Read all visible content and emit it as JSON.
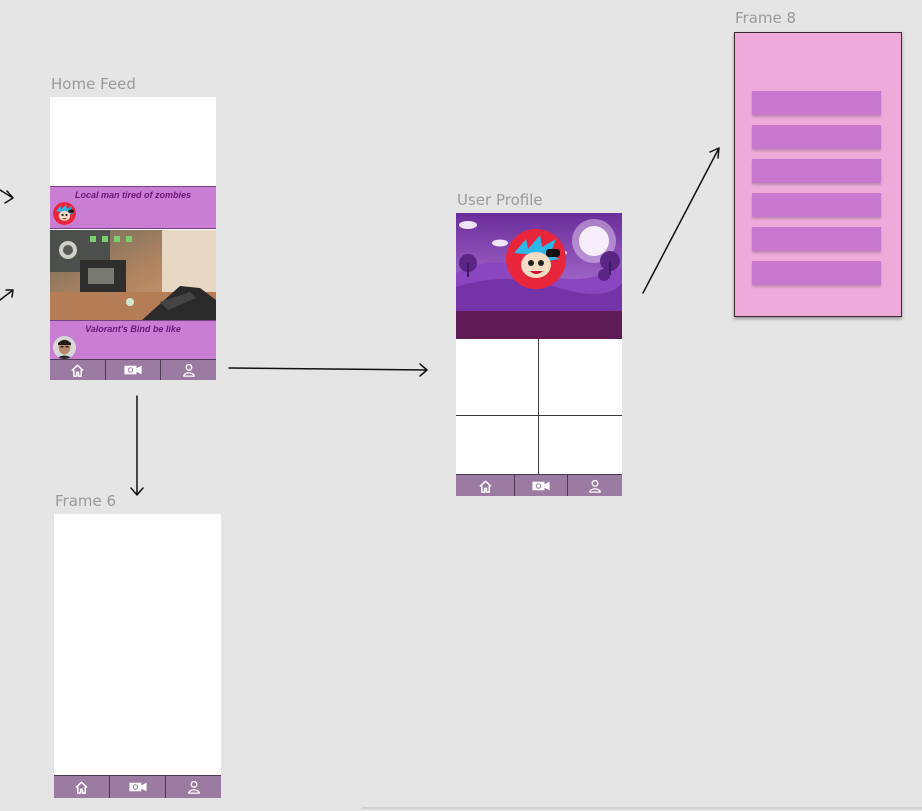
{
  "frames": {
    "home_feed": {
      "label": "Home Feed"
    },
    "frame_6": {
      "label": "Frame 6"
    },
    "user_profile": {
      "label": "User Profile"
    },
    "frame_8": {
      "label": "Frame 8"
    }
  },
  "posts": [
    {
      "title": "Local man tired of zombies",
      "avatar": "cartoon-avatar"
    },
    {
      "title": "Valorant's Bind be like",
      "avatar": "person-avatar"
    }
  ],
  "nav": {
    "home": "home-icon",
    "video": "video-camera-icon",
    "profile": "user-icon"
  },
  "frame_8_menu_blocks": 6,
  "colors": {
    "canvas": "#e5e5e5",
    "post_bar": "#c97ed3",
    "post_text": "#6a1776",
    "nav_bar": "#9c7ba3",
    "profile_band": "#5e1b56",
    "frame_8_bg": "#eeaad9",
    "menu_block": "#c879cf"
  }
}
